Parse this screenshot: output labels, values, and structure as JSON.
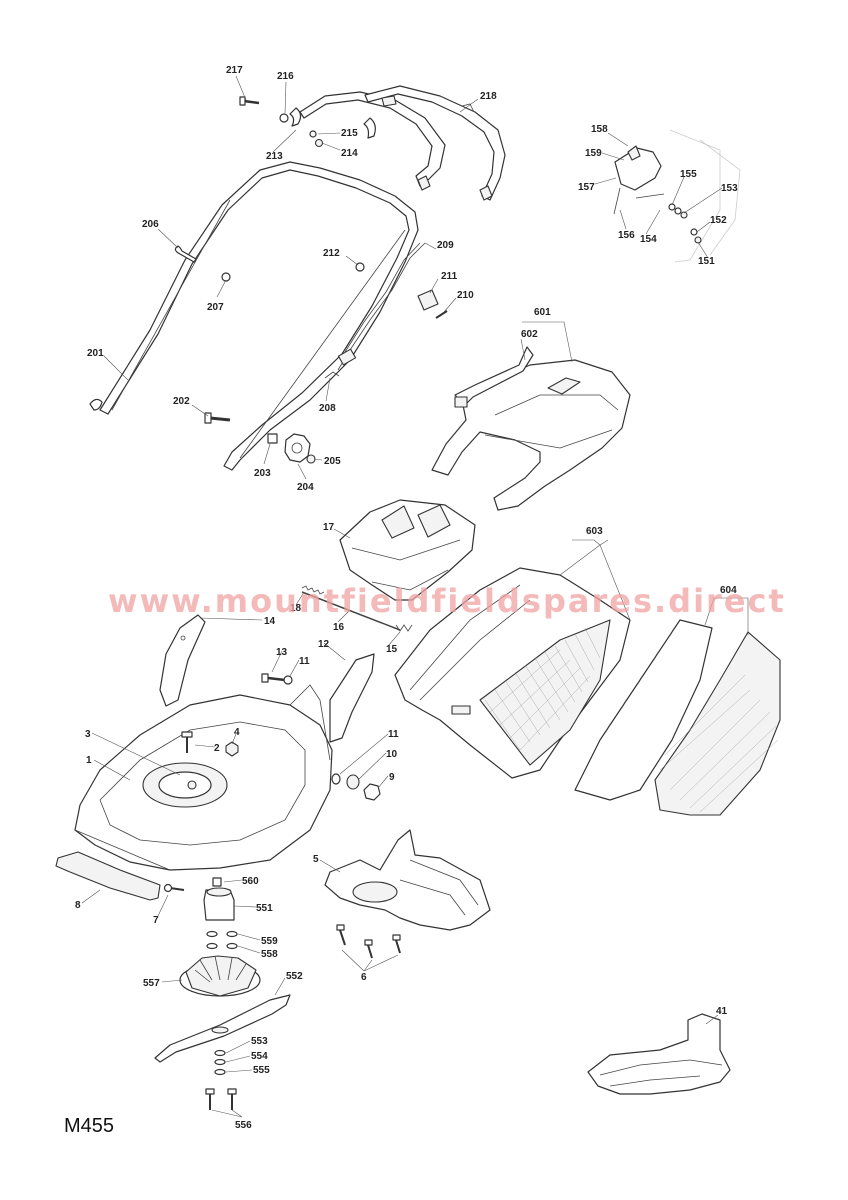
{
  "watermark": "www.mountfieldfieldspares.direct",
  "model": "M455",
  "labels": {
    "p217": "217",
    "p216": "216",
    "p218": "218",
    "p215": "215",
    "p213": "213",
    "p214": "214",
    "p206": "206",
    "p212": "212",
    "p209": "209",
    "p211": "211",
    "p210": "210",
    "p207": "207",
    "p201": "201",
    "p208": "208",
    "p202": "202",
    "p203": "203",
    "p205": "205",
    "p204": "204",
    "p158": "158",
    "p159": "159",
    "p157": "157",
    "p155": "155",
    "p153": "153",
    "p156": "156",
    "p154": "154",
    "p152": "152",
    "p151": "151",
    "p601": "601",
    "p602": "602",
    "p603": "603",
    "p604": "604",
    "p17": "17",
    "p18": "18",
    "p16": "16",
    "p15": "15",
    "p14": "14",
    "p13": "13",
    "p11a": "11",
    "p12": "12",
    "p11b": "11",
    "p10": "10",
    "p9": "9",
    "p3": "3",
    "p4": "4",
    "p2": "2",
    "p1": "1",
    "p8": "8",
    "p7": "7",
    "p5": "5",
    "p6": "6",
    "p560": "560",
    "p551": "551",
    "p559": "559",
    "p558": "558",
    "p557": "557",
    "p552": "552",
    "p553": "553",
    "p554": "554",
    "p555": "555",
    "p556": "556",
    "p41": "41"
  }
}
